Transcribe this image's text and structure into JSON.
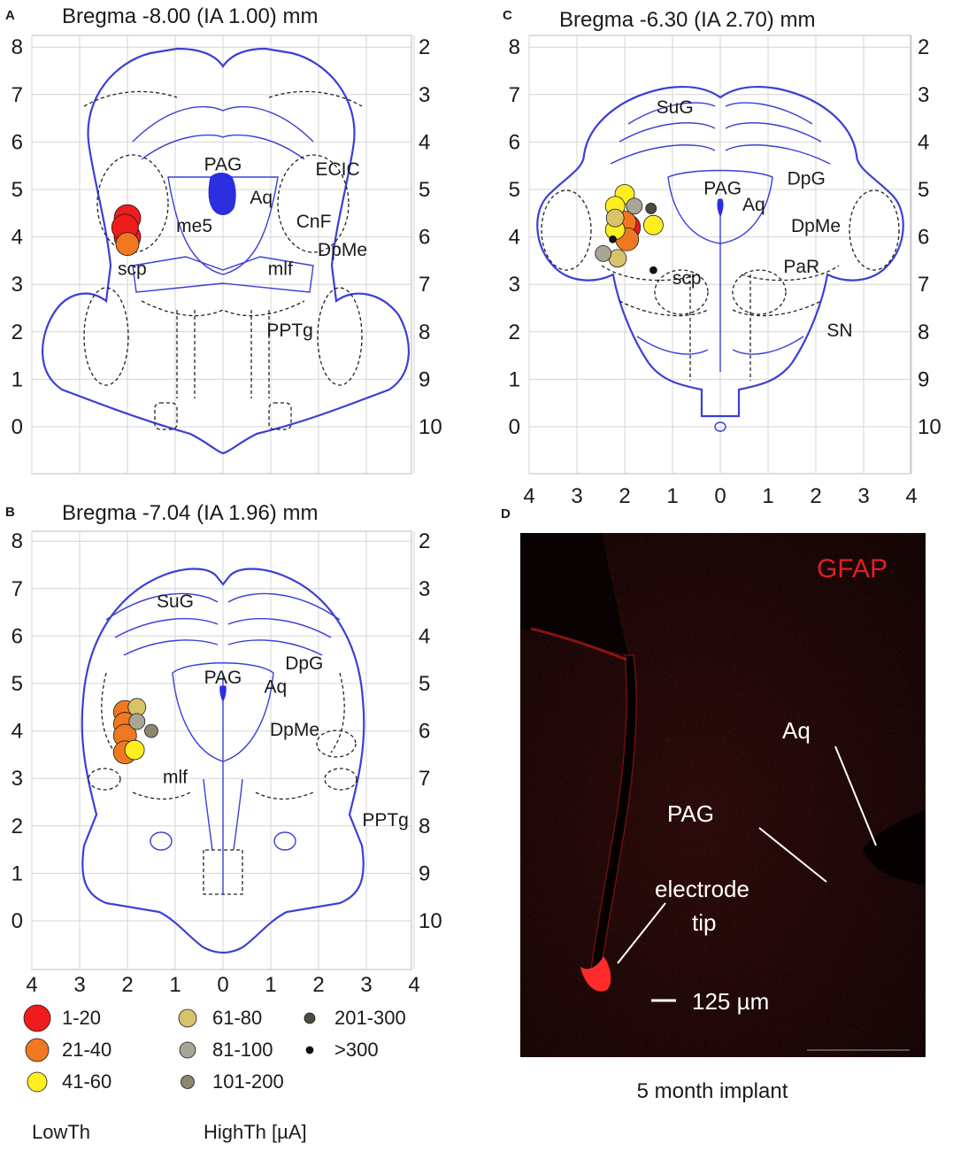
{
  "panels": [
    {
      "id": "A",
      "title": "Bregma -8.00 (IA 1.00) mm",
      "y_left_ticks": [
        "8",
        "7",
        "6",
        "5",
        "4",
        "3",
        "2",
        "1",
        "0"
      ],
      "y_right_ticks": [
        "2",
        "3",
        "4",
        "5",
        "6",
        "7",
        "8",
        "9",
        "10"
      ],
      "x_ticks": [],
      "regions": [
        {
          "text": "PAG",
          "x": 0.0,
          "y": 5.4
        },
        {
          "text": "ECIC",
          "x": 2.4,
          "y": 5.3
        },
        {
          "text": "Aq",
          "x": 0.8,
          "y": 4.7
        },
        {
          "text": "me5",
          "x": -0.6,
          "y": 4.1
        },
        {
          "text": "CnF",
          "x": 1.9,
          "y": 4.2
        },
        {
          "text": "DpMe",
          "x": 2.5,
          "y": 3.6
        },
        {
          "text": "scp",
          "x": -1.9,
          "y": 3.2
        },
        {
          "text": "mlf",
          "x": 1.2,
          "y": 3.2
        },
        {
          "text": "PPTg",
          "x": 1.4,
          "y": 1.9
        }
      ],
      "points": [
        {
          "x": -2.0,
          "y": 4.4,
          "cls": "1-20"
        },
        {
          "x": -2.0,
          "y": 4.0,
          "cls": "1-20"
        },
        {
          "x": -2.05,
          "y": 4.2,
          "cls": "1-20"
        },
        {
          "x": -2.0,
          "y": 3.85,
          "cls": "21-40"
        }
      ]
    },
    {
      "id": "B",
      "title": "Bregma -7.04 (IA 1.96) mm",
      "y_left_ticks": [
        "8",
        "7",
        "6",
        "5",
        "4",
        "3",
        "2",
        "1",
        "0"
      ],
      "y_right_ticks": [
        "2",
        "3",
        "4",
        "5",
        "6",
        "7",
        "8",
        "9",
        "10"
      ],
      "x_ticks": [
        "4",
        "3",
        "2",
        "1",
        "0",
        "1",
        "2",
        "3",
        "4"
      ],
      "regions": [
        {
          "text": "SuG",
          "x": -1.0,
          "y": 6.6
        },
        {
          "text": "PAG",
          "x": 0.0,
          "y": 5.0
        },
        {
          "text": "DpG",
          "x": 1.7,
          "y": 5.3
        },
        {
          "text": "Aq",
          "x": 1.1,
          "y": 4.8
        },
        {
          "text": "DpMe",
          "x": 1.5,
          "y": 3.9
        },
        {
          "text": "mlf",
          "x": -1.0,
          "y": 2.9
        },
        {
          "text": "PPTg",
          "x": 3.4,
          "y": 2.0
        }
      ],
      "points": [
        {
          "x": -1.8,
          "y": 4.5,
          "cls": "61-80"
        },
        {
          "x": -1.8,
          "y": 4.2,
          "cls": "81-100"
        },
        {
          "x": -1.5,
          "y": 4.0,
          "cls": "101-200"
        },
        {
          "x": -2.05,
          "y": 4.4,
          "cls": "21-40"
        },
        {
          "x": -2.05,
          "y": 4.15,
          "cls": "21-40"
        },
        {
          "x": -2.05,
          "y": 3.9,
          "cls": "21-40"
        },
        {
          "x": -2.05,
          "y": 3.55,
          "cls": "21-40"
        },
        {
          "x": -1.85,
          "y": 3.6,
          "cls": "41-60"
        }
      ]
    },
    {
      "id": "C",
      "title": "Bregma -6.30 (IA 2.70) mm",
      "y_left_ticks": [
        "8",
        "7",
        "6",
        "5",
        "4",
        "3",
        "2",
        "1",
        "0"
      ],
      "y_right_ticks": [
        "2",
        "3",
        "4",
        "5",
        "6",
        "7",
        "8",
        "9",
        "10"
      ],
      "x_ticks": [
        "4",
        "3",
        "2",
        "1",
        "0",
        "1",
        "2",
        "3",
        "4"
      ],
      "regions": [
        {
          "text": "SuG",
          "x": -0.95,
          "y": 6.6
        },
        {
          "text": "DpG",
          "x": 1.8,
          "y": 5.1
        },
        {
          "text": "PAG",
          "x": 0.05,
          "y": 4.9
        },
        {
          "text": "Aq",
          "x": 0.7,
          "y": 4.55
        },
        {
          "text": "DpMe",
          "x": 2.0,
          "y": 4.1
        },
        {
          "text": "PaR",
          "x": 1.7,
          "y": 3.25
        },
        {
          "text": "scp",
          "x": -0.7,
          "y": 3.0
        },
        {
          "text": "SN",
          "x": 2.5,
          "y": 1.9
        }
      ],
      "points": [
        {
          "x": -2.0,
          "y": 4.9,
          "cls": "41-60"
        },
        {
          "x": -2.2,
          "y": 4.65,
          "cls": "41-60"
        },
        {
          "x": -1.8,
          "y": 4.65,
          "cls": "81-100"
        },
        {
          "x": -1.45,
          "y": 4.6,
          "cls": "201-300"
        },
        {
          "x": -2.2,
          "y": 4.4,
          "cls": "61-80"
        },
        {
          "x": -2.0,
          "y": 4.3,
          "cls": "21-40"
        },
        {
          "x": -2.2,
          "y": 4.15,
          "cls": "41-60"
        },
        {
          "x": -1.4,
          "y": 4.25,
          "cls": "41-60"
        },
        {
          "x": -1.95,
          "y": 4.2,
          "cls": "1-20"
        },
        {
          "x": -1.95,
          "y": 3.95,
          "cls": "21-40"
        },
        {
          "x": -2.45,
          "y": 3.65,
          "cls": "81-100"
        },
        {
          "x": -2.15,
          "y": 3.55,
          "cls": "61-80"
        },
        {
          "x": -2.25,
          "y": 3.95,
          "cls": ">300"
        },
        {
          "x": -1.4,
          "y": 3.3,
          "cls": ">300"
        }
      ]
    }
  ],
  "legend": {
    "low_caption": "LowTh",
    "high_caption": "HighTh [µA]",
    "items": [
      {
        "label": "1-20",
        "color": "#ee1c1c",
        "r": 15
      },
      {
        "label": "21-40",
        "color": "#f07820",
        "r": 13
      },
      {
        "label": "41-60",
        "color": "#ffee22",
        "r": 11
      },
      {
        "label": "61-80",
        "color": "#d7c46a",
        "r": 10
      },
      {
        "label": "81-100",
        "color": "#a9a594",
        "r": 9
      },
      {
        "label": "101-200",
        "color": "#8b8670",
        "r": 7.5
      },
      {
        "label": "201-300",
        "color": "#4b4b40",
        "r": 6
      },
      {
        "label": ">300",
        "color": "#111111",
        "r": 4
      }
    ]
  },
  "micrograph": {
    "panel_label": "D",
    "stain": "GFAP",
    "stain_color": "#e02020",
    "labels": {
      "aq": "Aq",
      "pag": "PAG",
      "tip1": "electrode",
      "tip2": "tip",
      "scale": "125 µm"
    },
    "caption": "5 month implant"
  },
  "colors": {
    "atlas_outline": "#3b3fd6",
    "aqueduct_fill": "#2b2fe0"
  }
}
